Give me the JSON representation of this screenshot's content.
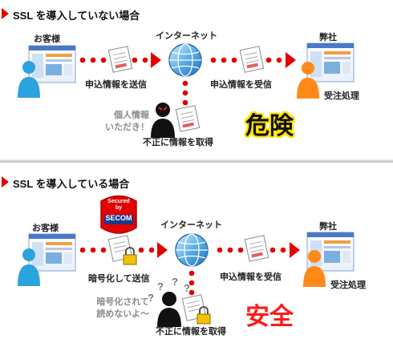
{
  "section1": {
    "heading": "SSL を導入していない場合",
    "customer_label": "お客様",
    "internet_label": "インターネット",
    "company_label": "弊社",
    "send_label": "申込情報を送信",
    "receive_label": "申込情報を受信",
    "order_label": "受注処理",
    "attacker_speech": [
      "個人情報",
      "いただき！"
    ],
    "attacker_label": "不正に情報を取得",
    "verdict": "危険"
  },
  "section2": {
    "heading": "SSL を導入している場合",
    "seal_lines": [
      "Secured",
      "by",
      "SECOM"
    ],
    "customer_label": "お客様",
    "internet_label": "インターネット",
    "company_label": "弊社",
    "send_label": "暗号化して送信",
    "receive_label": "申込情報を受信",
    "order_label": "受注処理",
    "attacker_speech": [
      "暗号化されて",
      "読めないよ～"
    ],
    "attacker_label": "不正に情報を取得",
    "verdict": "安全"
  },
  "colors": {
    "accent_red": "#e30000",
    "customer_blue": "#2aa3de",
    "company_orange": "#ff8a1a",
    "attacker_black": "#111111",
    "danger_yellow": "#ffe400",
    "safe_red": "#ff1a1a"
  },
  "icons": [
    "customer-person-icon",
    "company-person-icon",
    "attacker-person-icon",
    "globe-icon",
    "document-icon",
    "padlock-icon",
    "browser-window-icon",
    "arrow-icon",
    "secom-seal-icon"
  ]
}
